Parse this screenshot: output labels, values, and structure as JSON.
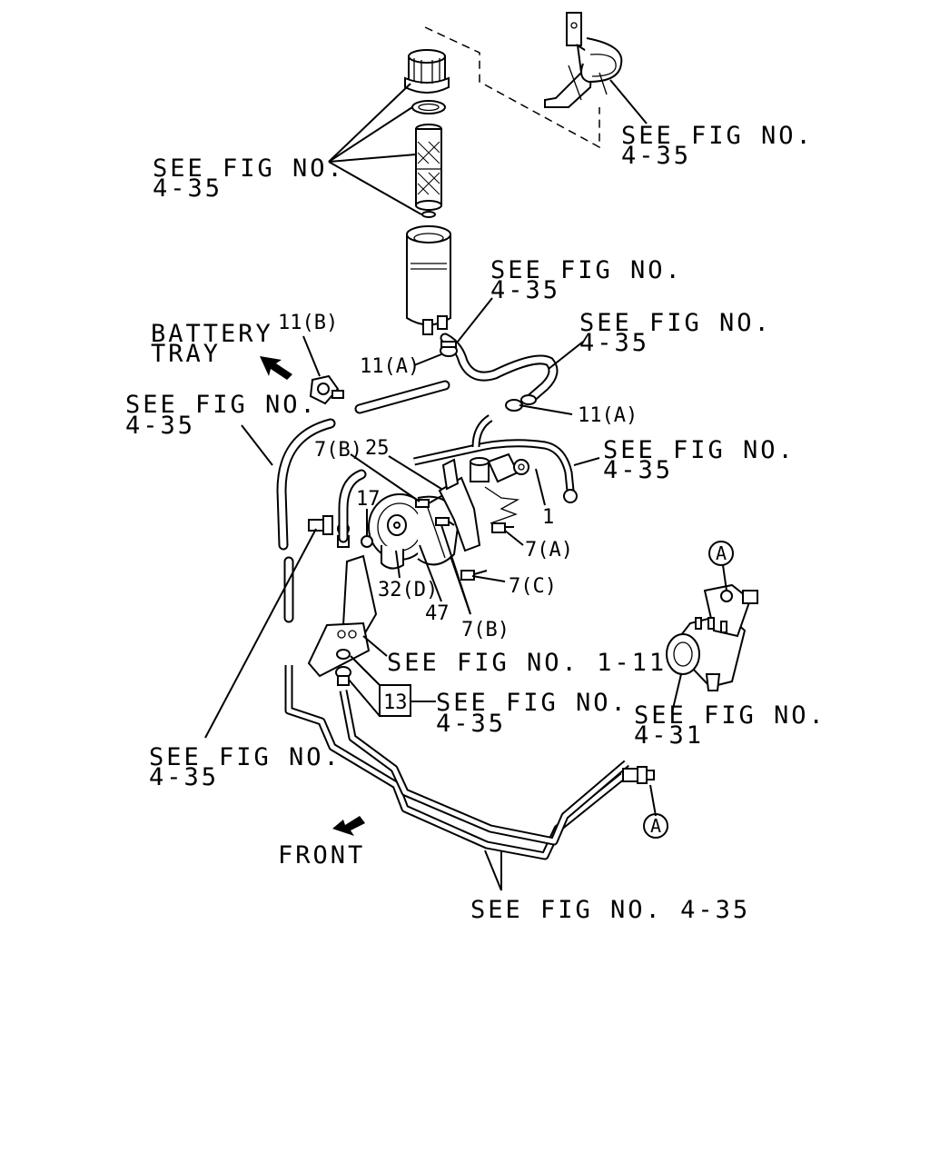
{
  "labels": {
    "see_fig_4_35": "SEE FIG NO.",
    "fig_4_35": "4-35",
    "see_fig_4_31": "SEE FIG NO.",
    "fig_4_31": "4-31",
    "see_fig_1_11": "SEE FIG NO. 1-11",
    "see_fig_4_35_inline": "SEE FIG NO. 4-35",
    "battery_line1": "BATTERY",
    "battery_line2": "TRAY",
    "front": "FRONT"
  },
  "callouts": {
    "p11b": "11(B)",
    "p11a_left": "11(A)",
    "p11a_right": "11(A)",
    "p7b_top": "7(B)",
    "p25": "25",
    "p17": "17",
    "p1": "1",
    "p7a": "7(A)",
    "p7c": "7(C)",
    "p32d": "32(D)",
    "p47": "47",
    "p7b_bottom": "7(B)",
    "p13": "13",
    "connector_a_top": "A",
    "connector_a_bottom": "A"
  },
  "icons": {
    "battery_arrow": "arrow-up-left-icon",
    "front_arrow": "arrow-down-left-icon"
  }
}
